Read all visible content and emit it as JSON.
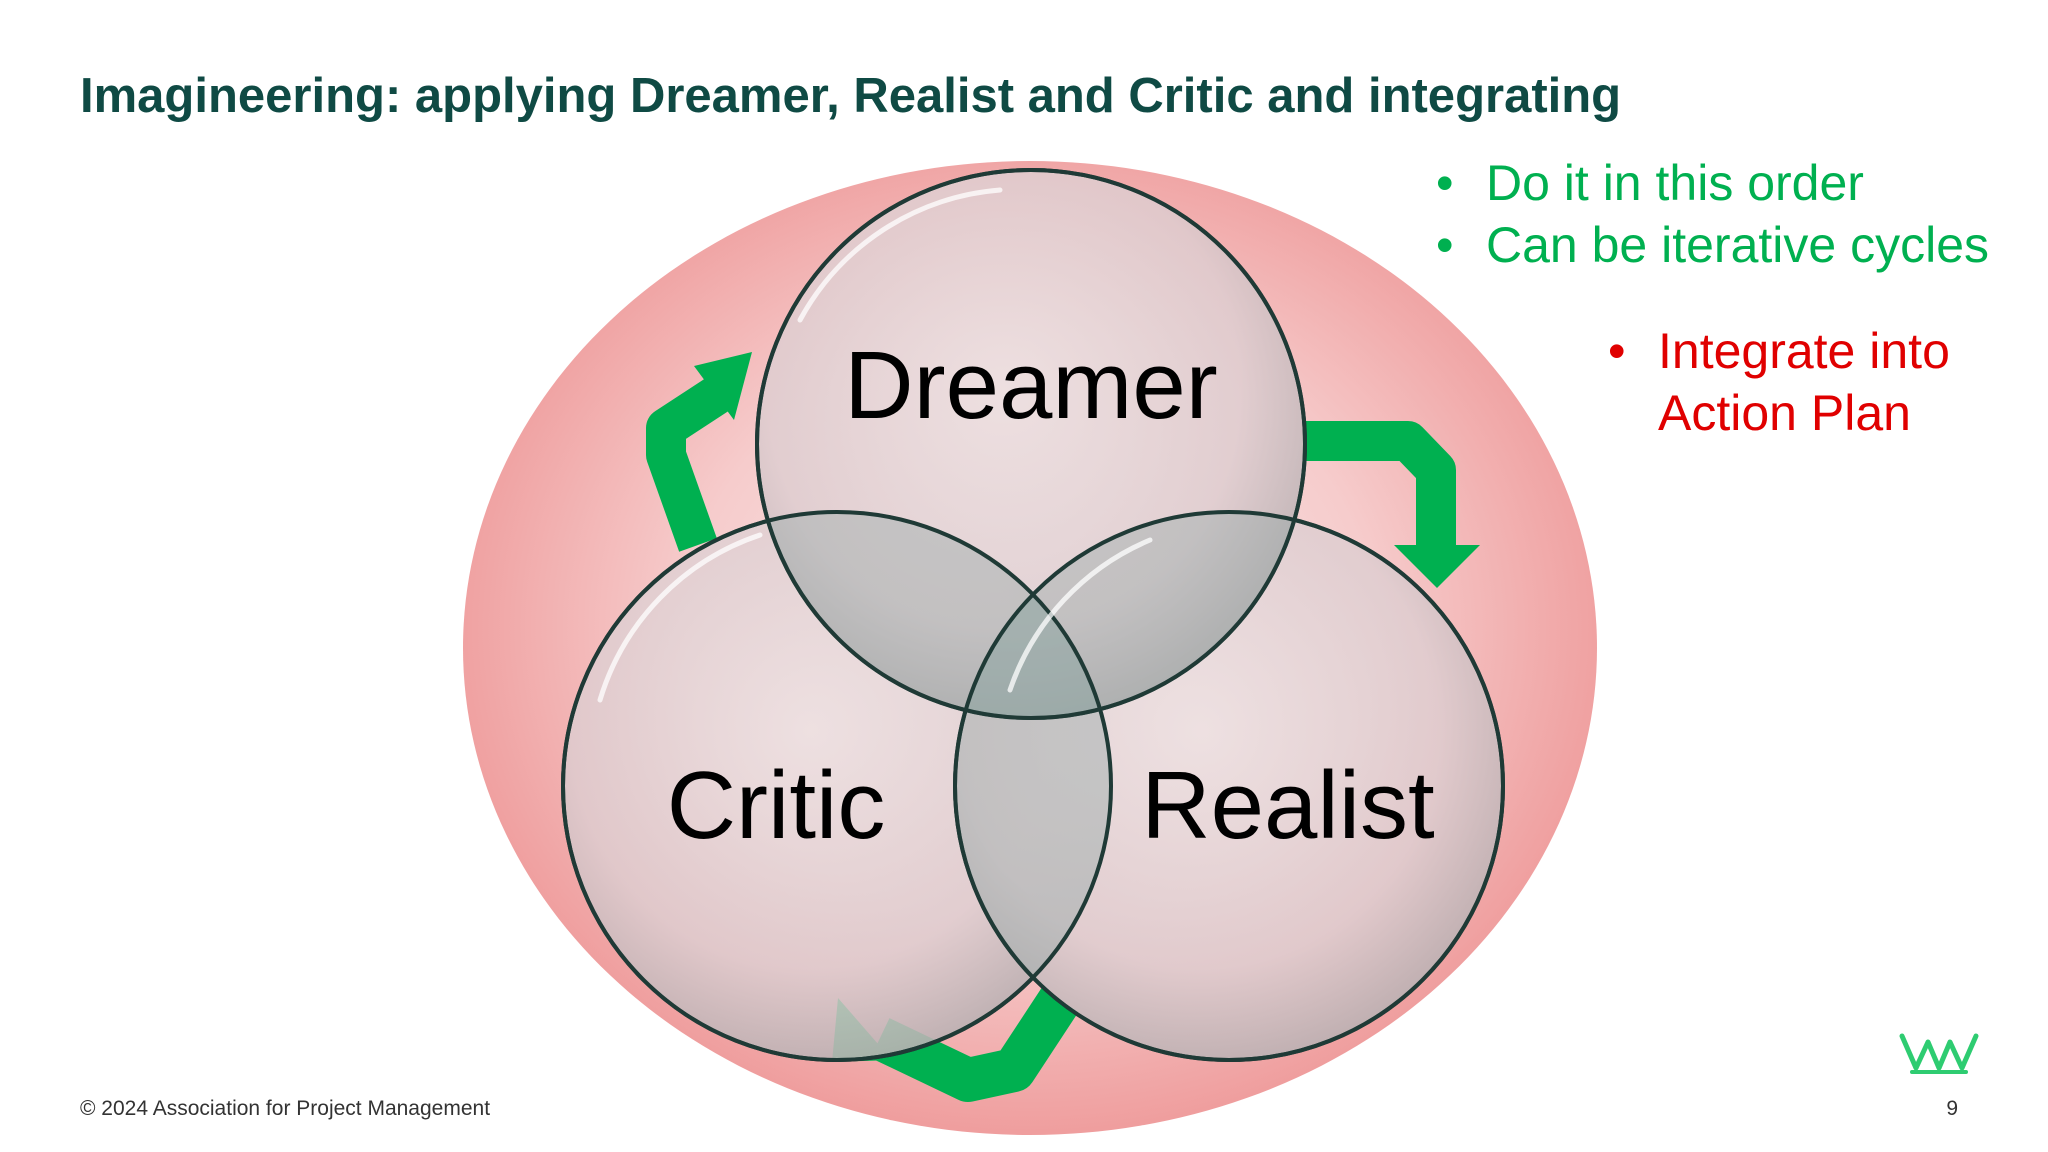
{
  "slide": {
    "title": "Imagineering: applying Dreamer, Realist and Critic and integrating",
    "page_number": "9",
    "footer": "© 2024 Association for Project Management"
  },
  "diagram": {
    "circles": {
      "top": "Dreamer",
      "left": "Critic",
      "right": "Realist"
    },
    "colors": {
      "outer_ellipse": "#ef9a9a",
      "circle_fill": "#dcc9cc",
      "circle_stroke": "#1f3a36",
      "arrow": "#00b050"
    }
  },
  "notes": {
    "green_bullets": [
      "Do it in this order",
      "Can be iterative cycles"
    ],
    "red_bullets": [
      "Integrate into\nAction Plan"
    ],
    "colors": {
      "green": "#00b050",
      "red": "#e00000"
    }
  },
  "logo": {
    "icon": "crown-icon",
    "color": "#2ecc71"
  }
}
